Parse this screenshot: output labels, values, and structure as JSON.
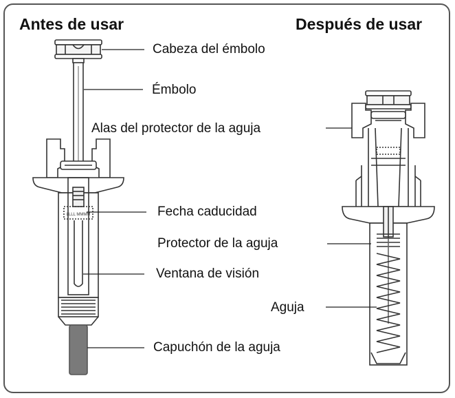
{
  "headings": {
    "before": "Antes de usar",
    "after": "Después de usar"
  },
  "labels": {
    "plunger_head": "Cabeza del émbolo",
    "plunger": "Émbolo",
    "needle_guard_wings": "Alas del protector de la aguja",
    "expiry_date": "Fecha caducidad",
    "needle_guard": "Protector de la aguja",
    "viewing_window": "Ventana de visión",
    "needle": "Aguja",
    "needle_cap": "Capuchón de la aguja"
  },
  "syringe_markings": {
    "lot_text": "LLLL MMMM"
  }
}
